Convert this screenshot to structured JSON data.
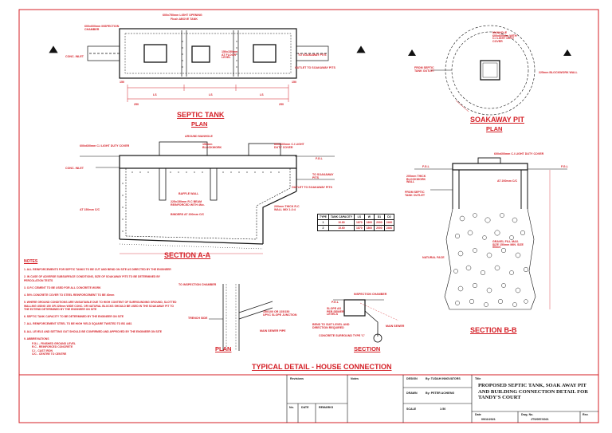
{
  "drawing": {
    "views": {
      "septic_plan_title": "SEPTIC TANK",
      "septic_plan_sub": "PLAN",
      "soakaway_title": "SOAKAWAY PIT",
      "soakaway_sub": "PLAN",
      "section_aa": "SECTION A-A",
      "section_bb": "SECTION B-B",
      "house_plan": "PLAN",
      "house_section": "SECTION",
      "house_title": "TYPICAL DETAIL - HOUSE CONNECTION"
    },
    "labels": {
      "light_opening": "600x750mm LIGHT OPENING",
      "from_above": "Flush ABOVE TANK",
      "inspection_chamber": "600x600mm INSPECTION CHAMBER",
      "conc_inlet": "CONC. INLET",
      "to_soakaway": "TO SOAKAWAY PITS",
      "outlet": "OUTLET TO SOAKAWAY PITS",
      "hole_floor": "150x150mm AT FLOOR LEVEL",
      "manhole": "MANHOLE 600x600mm WITH C.I LIGHT DUTY COVER",
      "from_septic_outlet": "FROM SEPTIC TANK OUTLET",
      "blockwork_wall": "225mm BLOCKWORK WALL",
      "ci_cover": "600x600mm C.I LIGHT DUTY COVER",
      "around_manhole": "AROUND MANHOLE",
      "blockwork": "150mm BLOCKWORK",
      "fgl": "F.G.L",
      "baffle_wall": "BAFFLE WALL",
      "rc_beam": "225x150mm R.C BEAM REINFORCED WITH 4No.",
      "binders": "BINDERS AT 200mm C/C",
      "at_150": "AT 150mm C/C",
      "rc_wall": "200mm THICK R.C WALL MIX 1:2:4",
      "thick_blockwork": "200mm THICK BLOCKWORK WALL",
      "at_200": "AT 200mm C/C",
      "from_septic": "FROM SEPTIC TANK OUTLET",
      "gravel": "GRAVEL FILL MAX. SIZE 150mm MIN. SIZE 50mm",
      "natural_face": "NATURAL FACE",
      "to_inspection": "TO INSPECTION CHAMBER",
      "trench_side": "TRENCH SIDE",
      "junction": "150/100 OR 225/150 UPVC SLOPE JUNCTION",
      "main_sewer": "MAIN SEWER PIPE",
      "insp_chamber": "INSPECTION CHAMBER",
      "slope": "SLOPE AS PER SEWER LEVELS",
      "bend": "BEND TO SUIT LEVEL AND DIRECTION REQUIRED",
      "surround": "CONCRETE SURROUND TYPE 'C'",
      "main_sewer2": "MAIN SEWER",
      "pgl": "P.G.L",
      "dim_250": "250",
      "dim_150": "150",
      "dim_ls": "LS"
    },
    "capacity_table": {
      "headers": [
        "TYPE",
        "TANK CAPACITY",
        "LS",
        "W",
        "D1",
        "D2"
      ],
      "rows": [
        [
          "1",
          "10.80",
          "1870",
          "1600",
          "2000",
          "2400"
        ],
        [
          "2",
          "15.60",
          "1870",
          "1800",
          "2000",
          "2400"
        ]
      ]
    },
    "notes": {
      "heading": "NOTES",
      "items": [
        "1.  ALL REINFORCEMENTS FOR SEPTIC TANKS TO BE CUT AND BEND ON SITE AS DIRECTED BY THE ENGINEER",
        "2.  IN CASE OF ADVERSE SUBSURFACE CONDITIONS, SIZE OF SOAKAWAY PITS TO BE DETERMINED BY PERCOLATION TESTS",
        "3.  O.P.C CEMENT TO BE USED FOR ALL CONCRETE WORK",
        "4.  50% CONCRETE COVER TO STEEL REINFORCEMENT TO BE 40mm",
        "5.  WHERE GROUND CONDITIONS ARE UNSUITABLE DUE TO HIGH CONTENT OF SURROUNDING GROUND, SLOTTED WALLING USING 150 OR 225mm WIDE CONC. OR NATURAL BLOCKS SHOULD BE USED IN THE SOAKAWAY PIT TO THE EXTEND DETERMINED BY THE ENGINEER ON SITE",
        "6.  SEPTIC TANK CAPACITY TO BE DETERMINED BY THE ENGINEER ON SITE",
        "7.  ALL REINFORCEMENT STEEL TO BE HIGH YIELD SQUARE TWISTED TO BS 4461",
        "8.  ALL LEVELS AND SETTING OUT SHOULD BE CONFIRMED AND APPROVED BY THE ENGINEER ON SITE",
        "9.  ABBREVIATIONS"
      ],
      "abbreviations": [
        "F.G.L    - FINISHED GROUND LEVEL",
        "R.C       - REINFORCED CONCRETE",
        "C.I        - CAST IRON",
        "C/C       - CENTRE TO CENTRE"
      ]
    },
    "title_block": {
      "revisions": "Revisions",
      "rev_no": "No.",
      "rev_date": "DATE",
      "rev_remarks": "REMARKS",
      "notes_label": "Notes",
      "design_label": "DESIGN",
      "design_by": "By: TUDAH INNOVATORS",
      "drawn_label": "DRAWN",
      "drawn_by": "By: PETER ACHIENG",
      "scale_label": "SCALE",
      "scale_value": "1:50",
      "project_label": "Title",
      "project": "PROPOSED SEPTIC TANK, SOAK AWAY PIT AND BUILDING CONNECTION DETAIL FOR TANDY'S COURT",
      "date_label": "Date",
      "date": "09/11/2021",
      "dwg_label": "Dwg. No.",
      "dwg_no": "JTS/057/2021",
      "rev_label": "Rev."
    }
  }
}
